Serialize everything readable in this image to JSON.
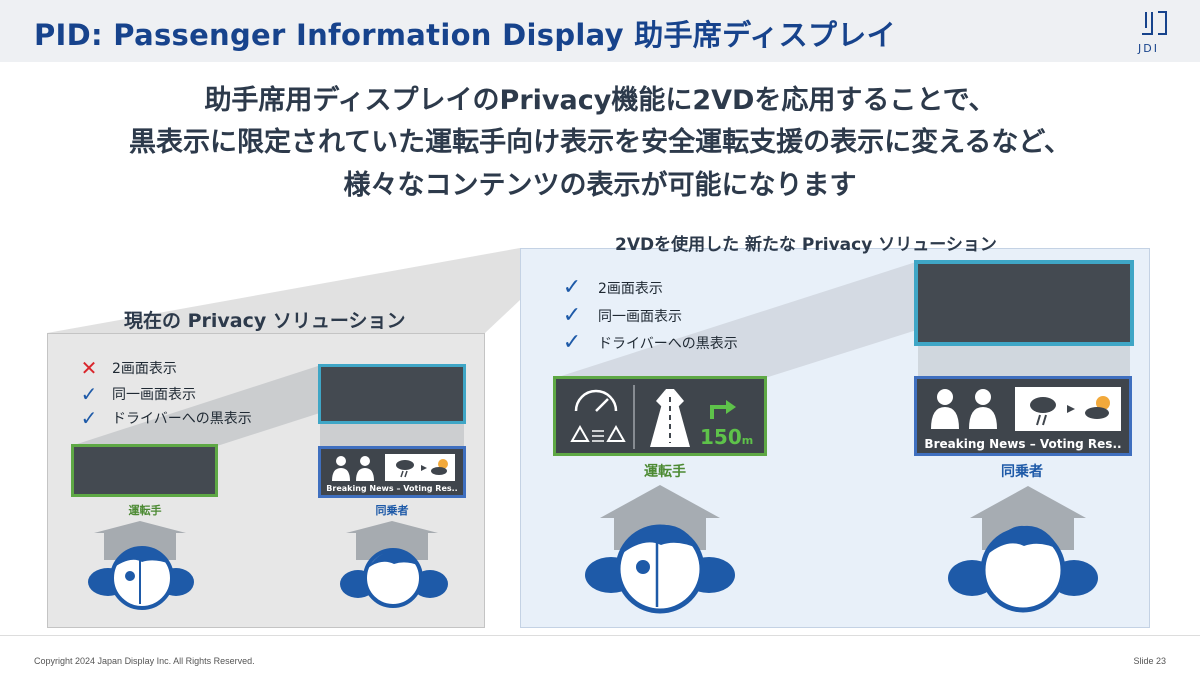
{
  "header": {
    "title": "PID: Passenger Information Display 助手席ディスプレイ",
    "logo_text": "JDI"
  },
  "headline": {
    "line1": "助手席用ディスプレイのPrivacy機能に2VDを応用することで、",
    "line2": "黒表示に限定されていた運転手向け表示を安全運転支援の表示に変えるなど、",
    "line3": "様々なコンテンツの表示が可能になります"
  },
  "current_solution": {
    "title": "現在の Privacy ソリューション",
    "features": [
      {
        "status": "cross",
        "label": "2画面表示"
      },
      {
        "status": "check",
        "label": "同一画面表示"
      },
      {
        "status": "check",
        "label": "ドライバーへの黒表示"
      }
    ],
    "driver_label": "運転手",
    "passenger_label": "同乗者",
    "news_ticker": "Breaking News – Voting Res.."
  },
  "new_solution": {
    "title": "2VDを使用した 新たな Privacy ソリューション",
    "features": [
      {
        "status": "check",
        "label": "2画面表示"
      },
      {
        "status": "check",
        "label": "同一画面表示"
      },
      {
        "status": "check",
        "label": "ドライバーへの黒表示"
      }
    ],
    "driver_label": "運転手",
    "passenger_label": "同乗者",
    "news_ticker": "Breaking News – Voting Res..",
    "distance": "150",
    "distance_unit": "m"
  },
  "icons": {
    "check": "checkmark-icon",
    "cross": "cross-icon",
    "speedometer": "speedometer-icon",
    "warning": "warning-icon",
    "settings": "sliders-icon",
    "road": "road-merge-icon",
    "turn": "turn-right-arrow-icon",
    "news_man": "man-presenter-icon",
    "news_woman": "woman-presenter-icon",
    "weather_storm": "storm-cloud-icon",
    "weather_sun": "sun-cloud-icon",
    "driver": "driver-head-icon",
    "passenger": "passenger-head-icon"
  },
  "colors": {
    "title_blue": "#17438c",
    "driver_green": "#5ea845",
    "passenger_blue": "#3f6fbf",
    "check_blue": "#1e5aa8",
    "cross_red": "#d9262c",
    "head_blue": "#1e5aa8"
  },
  "footer": {
    "copyright": "Copyright 2024 Japan Display Inc. All Rights Reserved.",
    "slide": "Slide 23"
  }
}
